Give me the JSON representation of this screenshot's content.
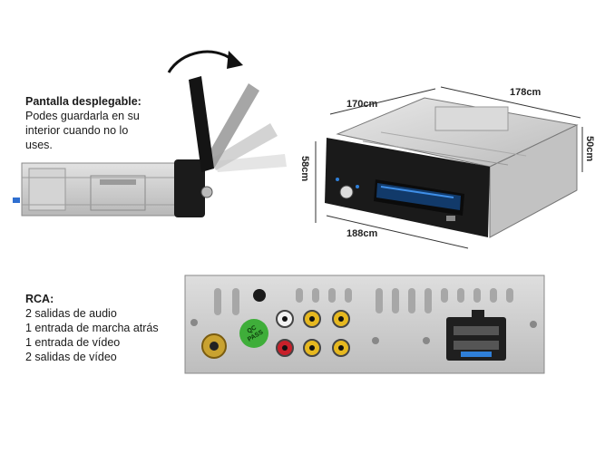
{
  "display_section": {
    "heading": "Pantalla desplegable:",
    "lines": [
      "Podes guardarla en su",
      "interior cuando no lo",
      "uses."
    ]
  },
  "dimensions": {
    "depth_top": "170cm",
    "width_top": "178cm",
    "height_right": "50cm",
    "height_left": "58cm",
    "width_bottom": "188cm"
  },
  "rca_section": {
    "heading": "RCA:",
    "lines": [
      "2 salidas de audio",
      "1 entrada de marcha atrás",
      "1 entrada de vídeo",
      "2 salidas de vídeo"
    ]
  },
  "qc_sticker": "QC PASS",
  "colors": {
    "rca_red": "#c8202a",
    "rca_yellow": "#e6b820",
    "screen_blue": "#2f7fd8",
    "metal": "#cfcfcf"
  }
}
